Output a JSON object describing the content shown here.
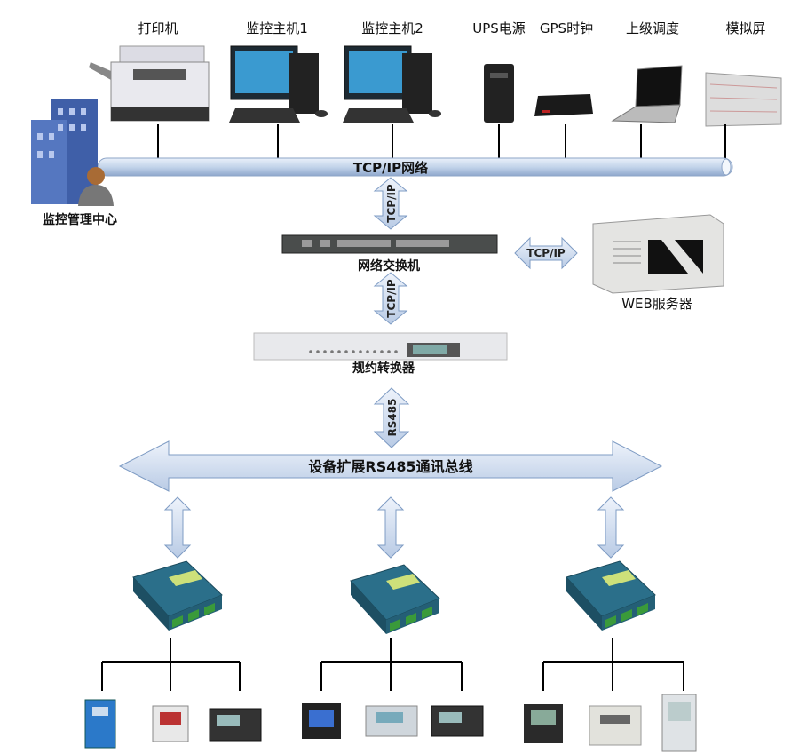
{
  "top_devices": [
    {
      "label": "打印机",
      "icon": "printer-icon"
    },
    {
      "label": "监控主机1",
      "icon": "desktop-computer-icon"
    },
    {
      "label": "监控主机2",
      "icon": "desktop-computer-icon"
    },
    {
      "label": "UPS电源",
      "icon": "ups-icon"
    },
    {
      "label": "GPS时钟",
      "icon": "gps-clock-icon"
    },
    {
      "label": "上级调度",
      "icon": "laptop-icon"
    },
    {
      "label": "模拟屏",
      "icon": "display-panel-icon"
    }
  ],
  "network_bus": {
    "label": "TCP/IP网络"
  },
  "control_center": {
    "label": "监控管理中心"
  },
  "links": {
    "tcpip_1": "TCP/IP",
    "tcpip_2": "TCP/IP",
    "tcpip_3": "TCP/IP",
    "rs485": "RS485"
  },
  "switch": {
    "label": "网络交换机"
  },
  "web_server": {
    "label": "WEB服务器"
  },
  "protocol_converter": {
    "label": "规约转换器"
  },
  "rs485_bus": {
    "label": "设备扩展RS485通讯总线"
  },
  "colors": {
    "pipe": "#c9d8ec",
    "arrow_fill": "#d4e1f2",
    "arrow_stroke": "#7f9cc4",
    "module": "#2b6f8a"
  }
}
